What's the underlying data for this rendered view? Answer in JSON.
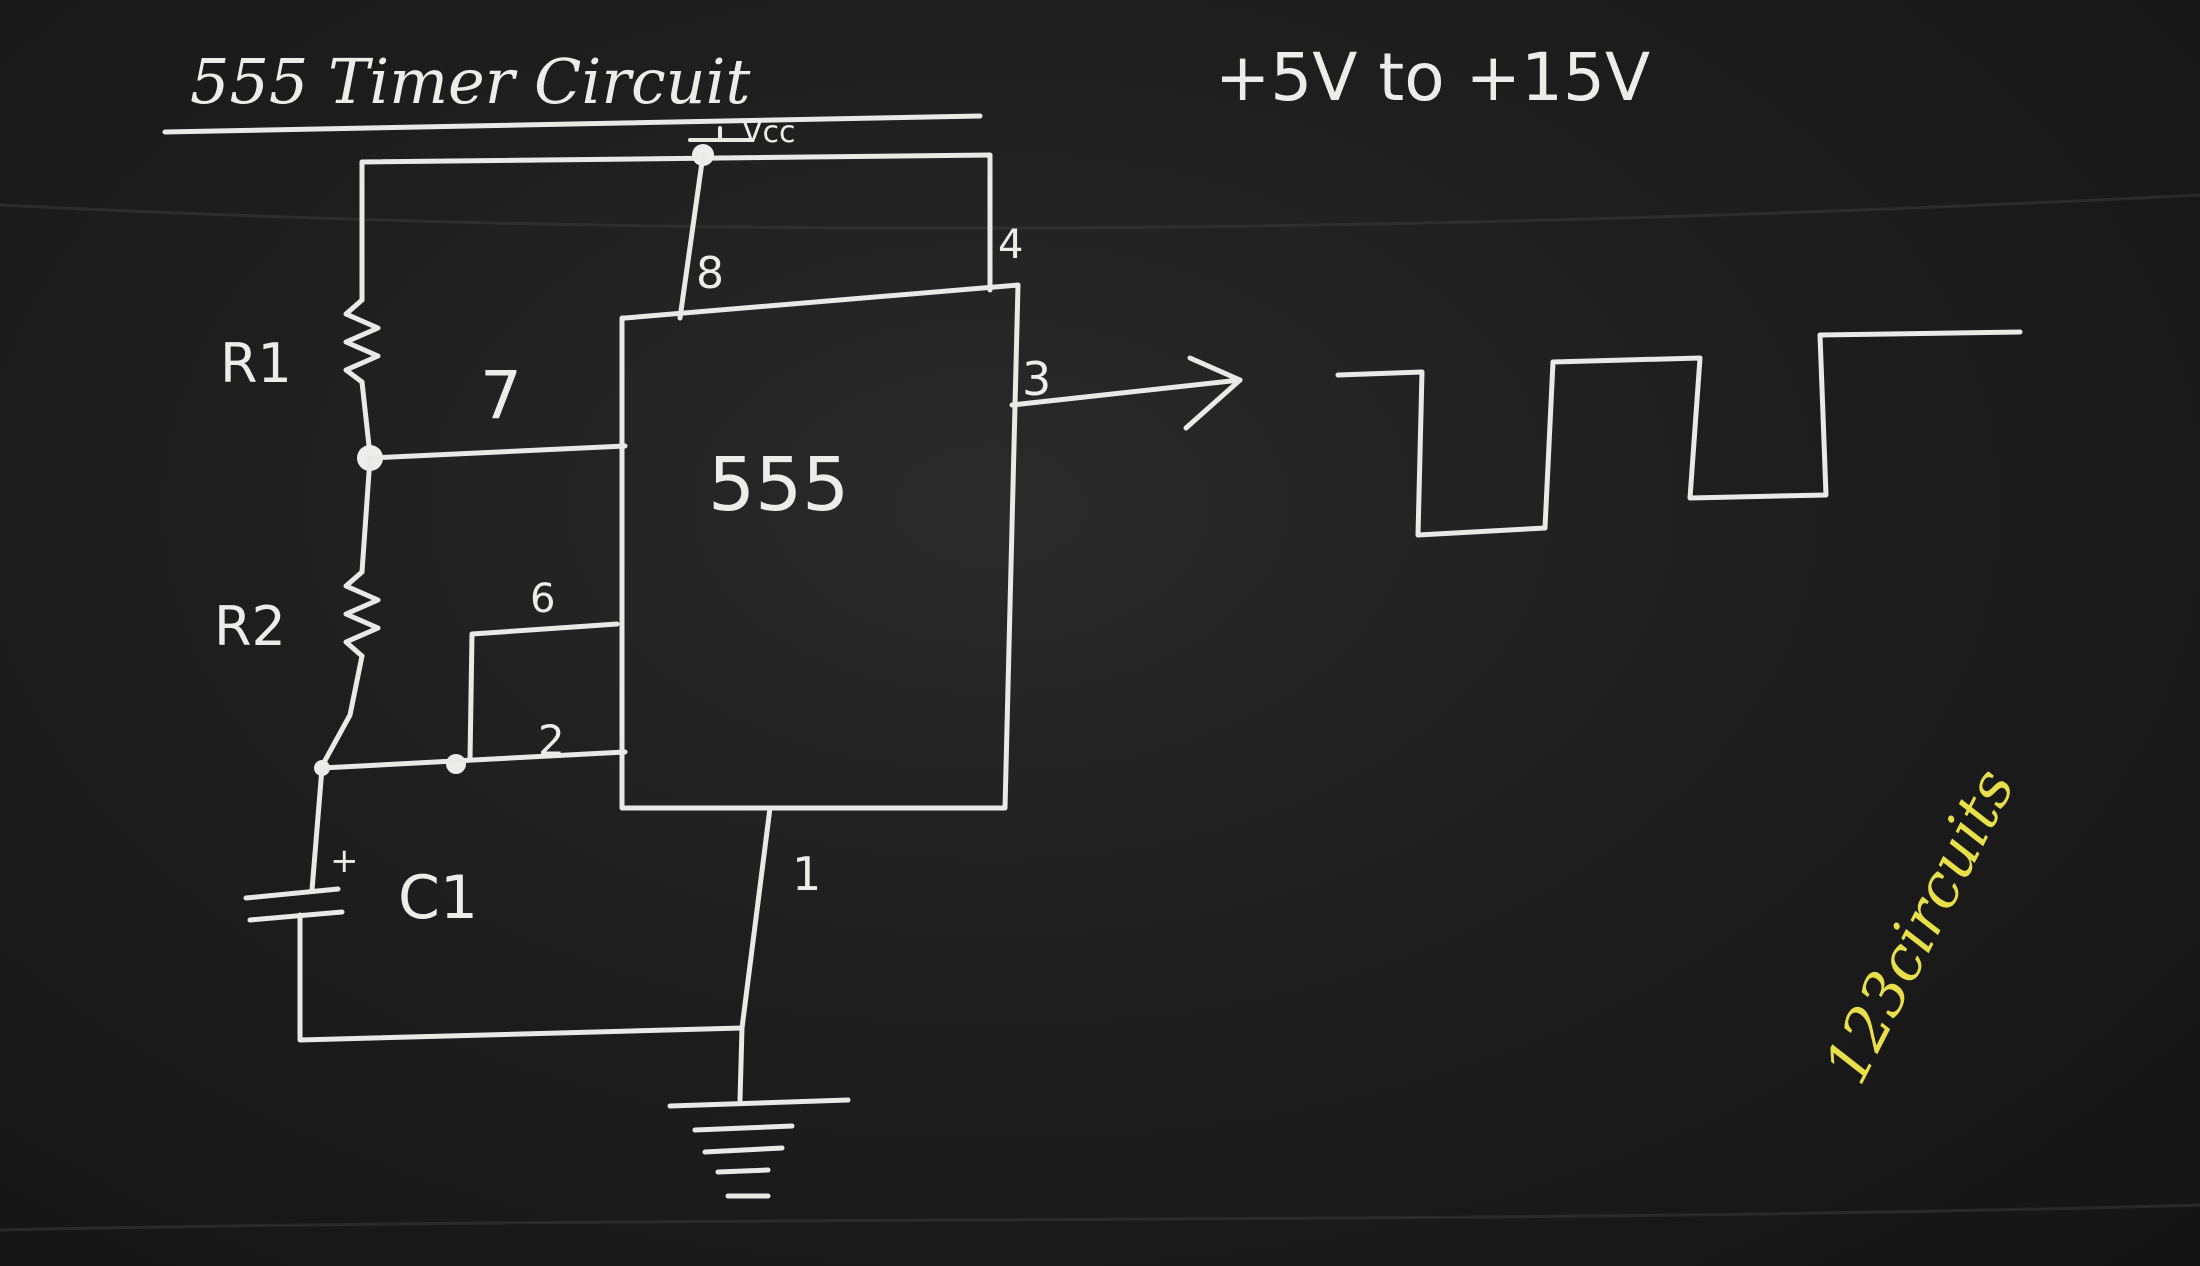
{
  "title": "555 Timer Circuit",
  "supply_range": "+5V to +15V",
  "vcc_label": "Vcc",
  "chip_label": "555",
  "pins": {
    "vcc": "8",
    "reset": "4",
    "output": "3",
    "discharge": "7",
    "threshold": "6",
    "trigger": "2",
    "ground": "1"
  },
  "components": {
    "r1": "R1",
    "r2": "R2",
    "c1": "C1",
    "c1_polarity": "+"
  },
  "watermark": "123circuits",
  "colors": {
    "chalk": "#e9e9e6",
    "board": "#1b1b1b",
    "watermark": "#e8e04a"
  }
}
